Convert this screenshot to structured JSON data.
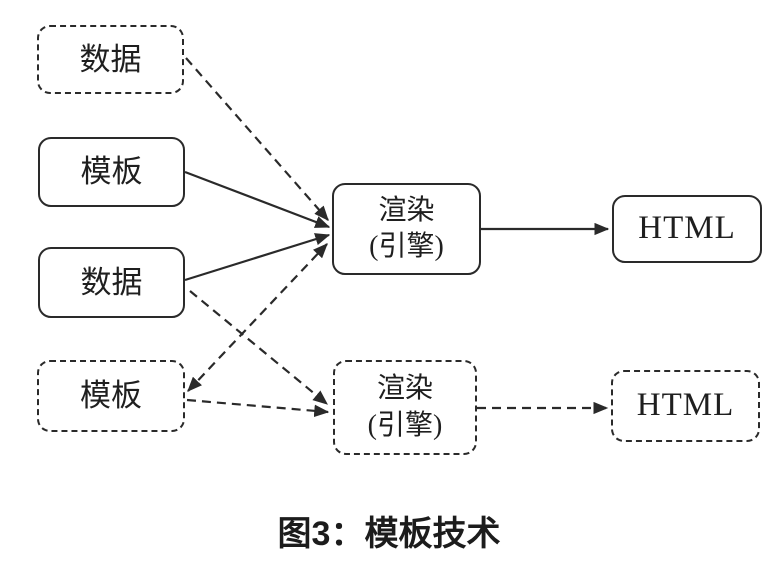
{
  "figure": {
    "caption": "图3：模板技术"
  },
  "colors": {
    "ink": "#2a2a2a",
    "background": "#ffffff"
  },
  "diagram": {
    "nodes": [
      {
        "id": "data-top",
        "label": "数据",
        "border": "dashed"
      },
      {
        "id": "template-top",
        "label": "模板",
        "border": "solid"
      },
      {
        "id": "data-mid",
        "label": "数据",
        "border": "solid"
      },
      {
        "id": "template-bottom",
        "label": "模板",
        "border": "dashed"
      },
      {
        "id": "engine-top",
        "label": "渲染",
        "label_line2": "(引擎)",
        "border": "solid"
      },
      {
        "id": "engine-bottom",
        "label": "渲染",
        "label_line2": "(引擎)",
        "border": "dashed"
      },
      {
        "id": "html-top",
        "label": "HTML",
        "border": "solid"
      },
      {
        "id": "html-bottom",
        "label": "HTML",
        "border": "dashed"
      }
    ],
    "edges": [
      {
        "from": "data-top",
        "to": "engine-top",
        "style": "dashed",
        "heads": "end"
      },
      {
        "from": "template-top",
        "to": "engine-top",
        "style": "solid",
        "heads": "end"
      },
      {
        "from": "data-mid",
        "to": "engine-top",
        "style": "solid",
        "heads": "end"
      },
      {
        "from": "template-bottom",
        "to": "engine-top",
        "style": "dashed",
        "heads": "both"
      },
      {
        "from": "data-mid",
        "to": "engine-bottom",
        "style": "dashed",
        "heads": "end"
      },
      {
        "from": "template-bottom",
        "to": "engine-bottom",
        "style": "dashed",
        "heads": "end"
      },
      {
        "from": "engine-top",
        "to": "html-top",
        "style": "solid",
        "heads": "end"
      },
      {
        "from": "engine-bottom",
        "to": "html-bottom",
        "style": "dashed",
        "heads": "end"
      }
    ]
  }
}
